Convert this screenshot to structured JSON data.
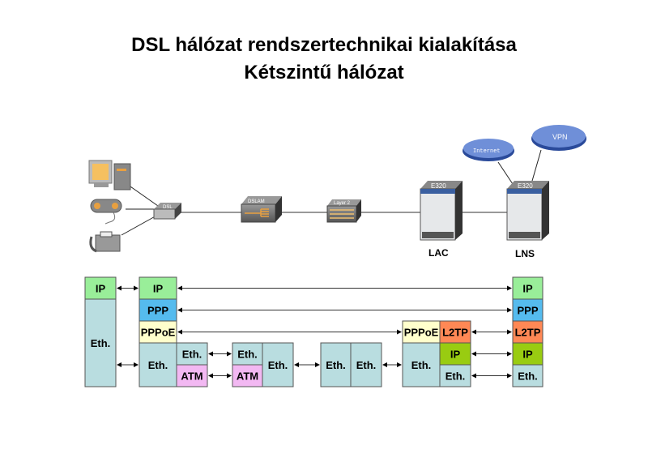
{
  "title": {
    "line1": "DSL hálózat rendszertechnikai kialakítása",
    "line2": "Kétszintű hálózat"
  },
  "colors": {
    "ip": "#99ee99",
    "ppp": "#55bbee",
    "pppoe": "#ffffcc",
    "eth": "#b9dde0",
    "atm": "#f2b8f2",
    "l2tp": "#ff8855",
    "ip_tunnel": "#99cc11",
    "cloud": "#5577cc"
  },
  "devices": {
    "pc": "PC",
    "gamepad": "Game console",
    "phone": "Phone",
    "modem": "DSL",
    "dslam": "DSLAM",
    "switch": "Layer 2",
    "lac_box": "E320",
    "lns_box": "E320",
    "lac": "LAC",
    "lns": "LNS",
    "internet": "Internet",
    "vpn": "VPN"
  },
  "stack": {
    "client": [
      "IP",
      "Eth."
    ],
    "modem_left": [
      "IP",
      "PPP",
      "PPPoE",
      "Eth."
    ],
    "modem_right": [
      "Eth.",
      "ATM"
    ],
    "dslam_left": [
      "Eth.",
      "ATM"
    ],
    "dslam_right": [
      "Eth."
    ],
    "l2_left": [
      "Eth."
    ],
    "l2_right": [
      "Eth."
    ],
    "lac_left": [
      "PPPoE",
      "Eth."
    ],
    "lac_right": [
      "L2TP",
      "IP",
      "Eth."
    ],
    "lns": [
      "IP",
      "PPP",
      "L2TP",
      "IP",
      "Eth."
    ]
  }
}
